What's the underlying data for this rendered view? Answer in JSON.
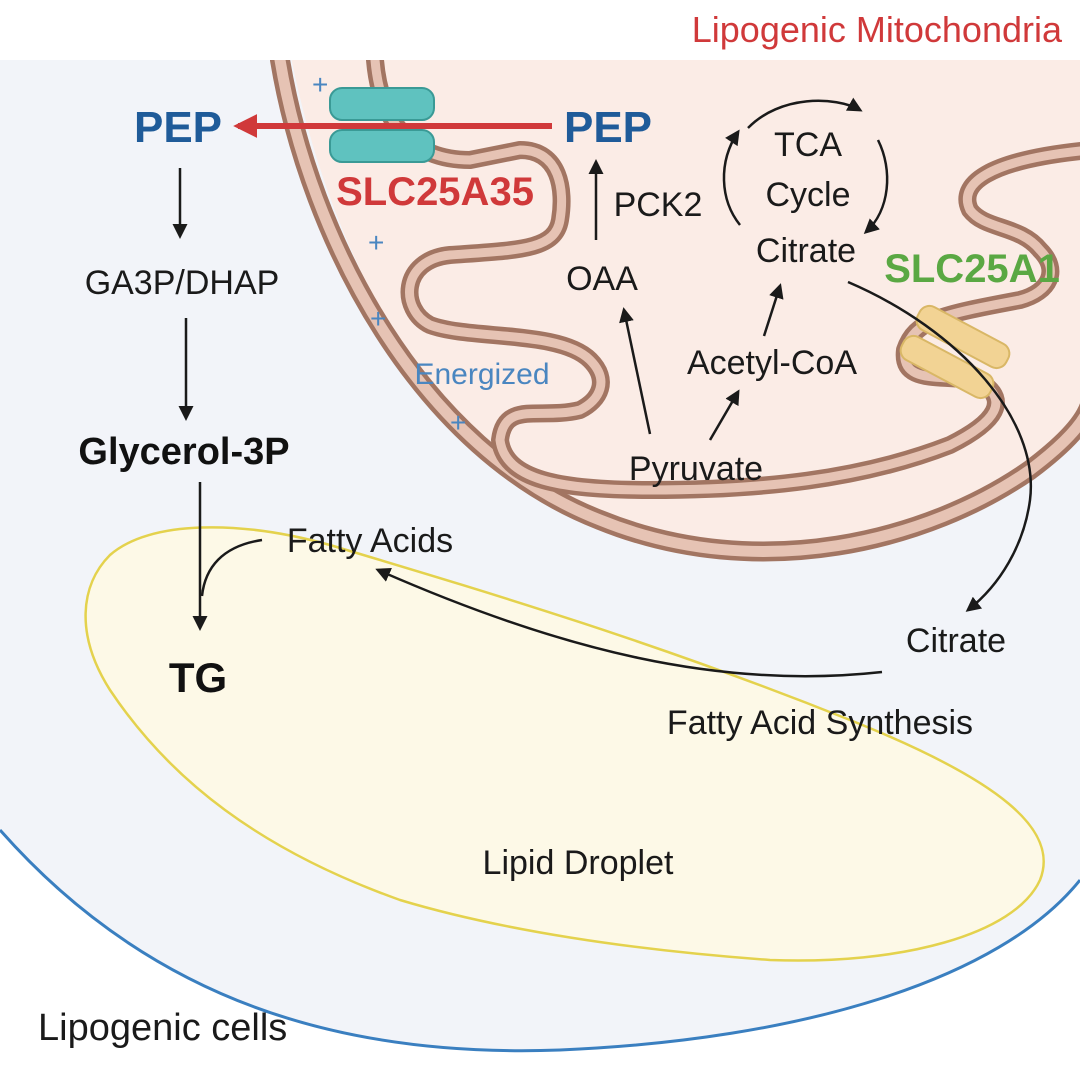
{
  "colors": {
    "cell_fill": "#f2f4f9",
    "cell_border": "#3a7fc0",
    "mito_fill": "#fbece6",
    "membrane_outer": "#a27562",
    "membrane_inner": "#e6c3b4",
    "droplet_fill": "#fdf9e7",
    "droplet_border": "#e4d24d",
    "pep_blue": "#1f5b99",
    "slc25a35_red": "#d0393a",
    "slc25a1_green": "#5aa843",
    "energized_blue": "#4a86c0",
    "transporter_teal": "#5fc2bf",
    "transporter_tan": "#f2d394",
    "arrow_dark": "#1a1a1a"
  },
  "title": "Lipogenic Mitochondria",
  "cell_label": "Lipogenic cells",
  "compartments": {
    "lipid_droplet": "Lipid Droplet",
    "energized": "Energized"
  },
  "transporters": {
    "slc25a35": "SLC25A35",
    "slc25a1": "SLC25A1"
  },
  "enzymes": {
    "pck2": "PCK2"
  },
  "metabolites": {
    "pep_cytosol": "PEP",
    "pep_matrix": "PEP",
    "ga3p_dhap": "GA3P/DHAP",
    "glycerol_3p": "Glycerol-3P",
    "fatty_acids": "Fatty Acids",
    "tg": "TG",
    "oaa": "OAA",
    "tca_line1": "TCA",
    "tca_line2": "Cycle",
    "citrate_matrix": "Citrate",
    "acetyl_coa": "Acetyl-CoA",
    "pyruvate": "Pyruvate",
    "citrate_cytosol": "Citrate"
  },
  "processes": {
    "fatty_acid_synthesis": "Fatty Acid Synthesis"
  },
  "membrane_potential_sign": "+"
}
